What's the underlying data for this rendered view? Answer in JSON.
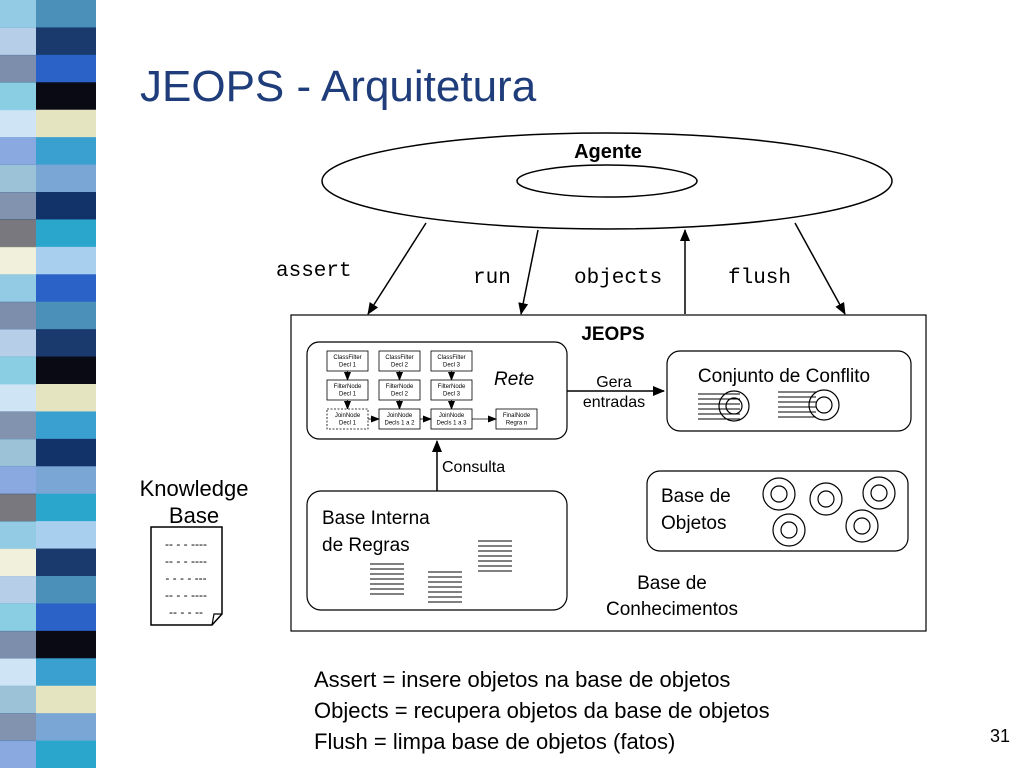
{
  "slide": {
    "title": "JEOPS - Arquitetura",
    "page_number": "31"
  },
  "stripe_colors": [
    "#4a90b8",
    "#1a3a6e",
    "#2a62c8",
    "#0a0a14",
    "#e4e4c0",
    "#3aa0d0",
    "#7aa6d6",
    "#12326a",
    "#2aa6cc",
    "#a8d0ee"
  ],
  "agent": {
    "label": "Agente"
  },
  "arrows": {
    "assert": "assert",
    "run": "run",
    "objects": "objects",
    "flush": "flush"
  },
  "jeops": {
    "label": "JEOPS",
    "rete": {
      "label": "Rete",
      "rows": [
        [
          "ClassFilter\nDecl 1",
          "ClassFilter\nDecl 2",
          "ClassFilter\nDecl 3"
        ],
        [
          "FilterNode\nDecl 1",
          "FilterNode\nDecl 2",
          "FilterNode\nDecl 3"
        ],
        [
          "JoinNode\nDecl 1",
          "JoinNode\nDecls 1 a 2",
          "JoinNode\nDecls 1 a 3",
          "FinalNode\nRegra n"
        ]
      ]
    },
    "gera_entradas": [
      "Gera",
      "entradas"
    ],
    "consulta": "Consulta",
    "conjunto_conflito": "Conjunto de Conflito",
    "base_objetos": [
      "Base de",
      "Objetos"
    ],
    "base_interna": [
      "Base Interna",
      "de Regras"
    ],
    "base_conhecimentos": [
      "Base de",
      "Conhecimentos"
    ]
  },
  "knowledge_base": {
    "label": [
      "Knowledge",
      "Base"
    ],
    "doc_lines": [
      "-- - - ----",
      "-- - - ----",
      "- - - - ---",
      "-- - - ----",
      "-- - - --"
    ]
  },
  "notes": [
    "Assert = insere objetos na base de objetos",
    "Objects = recupera objetos da base de objetos",
    "Flush = limpa base de objetos (fatos)"
  ]
}
